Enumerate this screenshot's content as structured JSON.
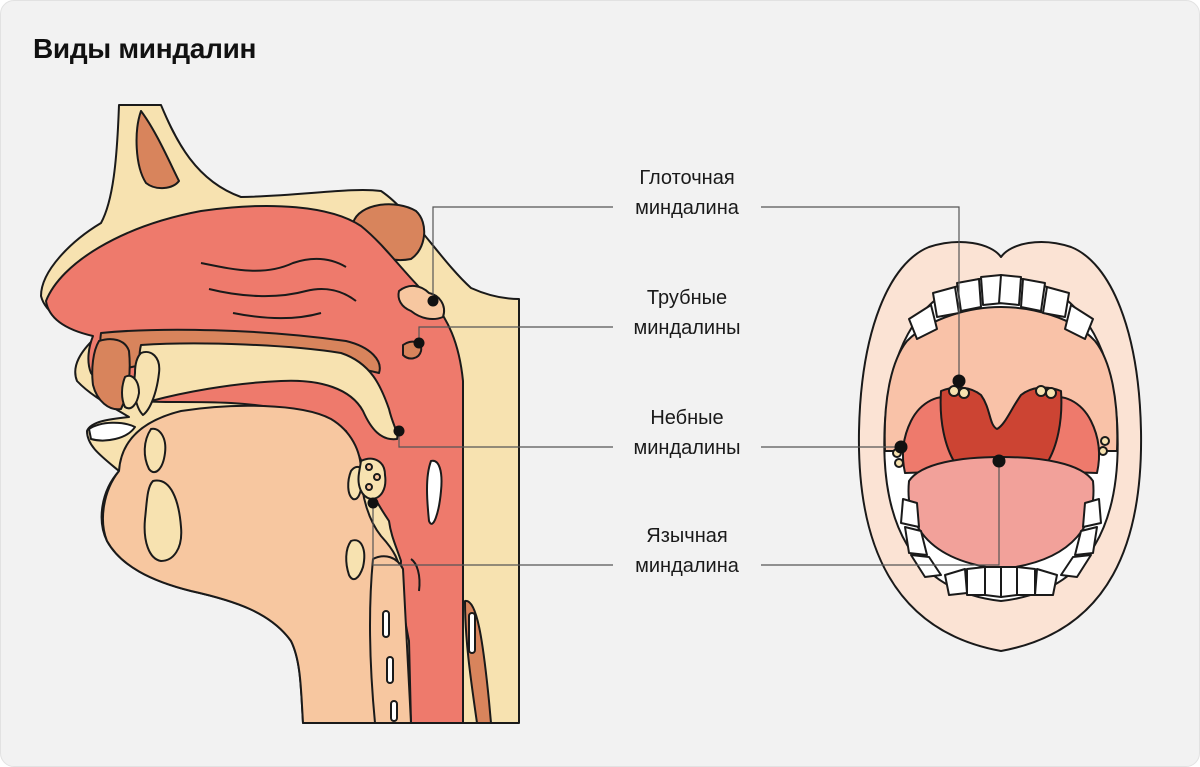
{
  "title": "Виды миндалин",
  "labels": {
    "pharyngeal": {
      "line1": "Глоточная",
      "line2": "миндалина"
    },
    "tubal": {
      "line1": "Трубные",
      "line2": "миндалины"
    },
    "palatine": {
      "line1": "Небные",
      "line2": "миндалины"
    },
    "lingual": {
      "line1": "Язычная",
      "line2": "миндалина"
    }
  },
  "colors": {
    "background": "#f2f2f2",
    "skin": "#f7e2b0",
    "cavity": "#ee7a6c",
    "tissue": "#f7c7a0",
    "bone": "#d8845c",
    "throat": "#cc4433",
    "tongue": "#f2a19a",
    "outline": "#1a1a1a"
  }
}
